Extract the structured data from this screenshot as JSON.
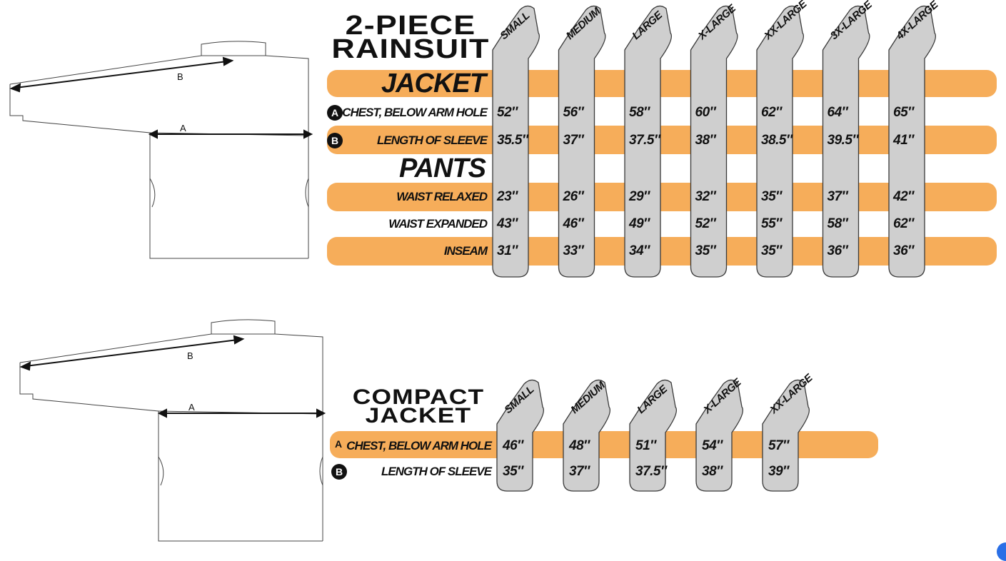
{
  "rainsuit": {
    "title_line1": "2-PIECE",
    "title_line2": "RAINSUIT",
    "sizes": [
      "SMALL",
      "MEDIUM",
      "LARGE",
      "X-LARGE",
      "XX-LARGE",
      "3X-LARGE",
      "4X-LARGE"
    ],
    "jacket_label": "JACKET",
    "pants_label": "PANTS",
    "rows": {
      "chest": {
        "marker": "A",
        "label": "CHEST, BELOW ARM HOLE",
        "values": [
          "52″",
          "56″",
          "58″",
          "60″",
          "62″",
          "64″",
          "65″"
        ]
      },
      "sleeve": {
        "marker": "B",
        "label": "LENGTH OF SLEEVE",
        "values": [
          "35.5″",
          "37″",
          "37.5″",
          "38″",
          "38.5″",
          "39.5″",
          "41″"
        ]
      },
      "waist_relaxed": {
        "label": "WAIST RELAXED",
        "values": [
          "23″",
          "26″",
          "29″",
          "32″",
          "35″",
          "37″",
          "42″"
        ]
      },
      "waist_expanded": {
        "label": "WAIST EXPANDED",
        "values": [
          "43″",
          "46″",
          "49″",
          "52″",
          "55″",
          "58″",
          "62″"
        ]
      },
      "inseam": {
        "label": "INSEAM",
        "values": [
          "31″",
          "33″",
          "34″",
          "35″",
          "35″",
          "36″",
          "36″"
        ]
      }
    },
    "diagram": {
      "label_a": "A",
      "label_b": "B"
    }
  },
  "compact": {
    "title_line1": "COMPACT",
    "title_line2": "JACKET",
    "sizes": [
      "SMALL",
      "MEDIUM",
      "LARGE",
      "X-LARGE",
      "XX-LARGE"
    ],
    "rows": {
      "chest": {
        "marker": "A",
        "label": "CHEST, BELOW ARM HOLE",
        "values": [
          "46″",
          "48″",
          "51″",
          "54″",
          "57″"
        ]
      },
      "sleeve": {
        "marker": "B",
        "label": "LENGTH OF SLEEVE",
        "values": [
          "35″",
          "37″",
          "37.5″",
          "38″",
          "39″"
        ]
      }
    },
    "diagram": {
      "label_a": "A",
      "label_b": "B"
    }
  },
  "colors": {
    "band": "#f6ad5a",
    "tab": "#cfcfcf",
    "tab_stroke": "#3a3a3a",
    "text": "#111111",
    "corner_accent": "#2a6fe6"
  }
}
